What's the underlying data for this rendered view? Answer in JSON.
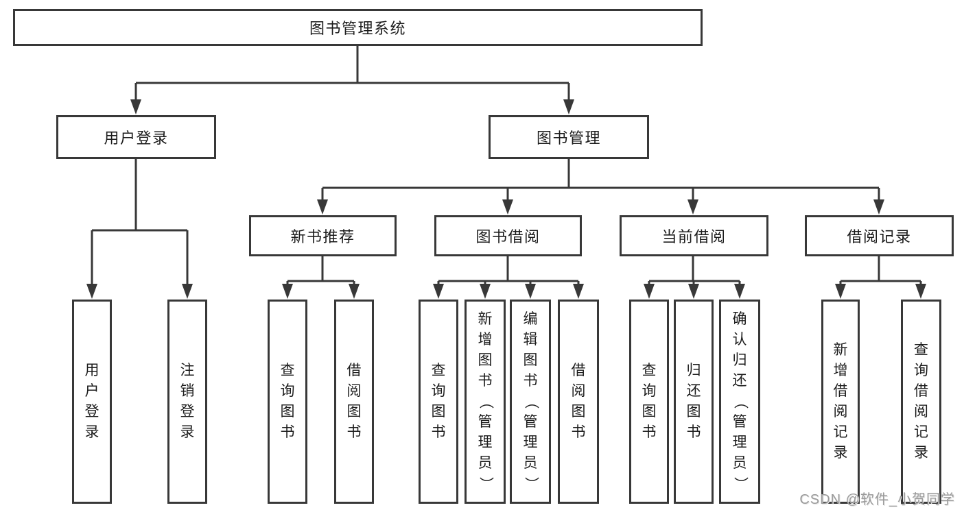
{
  "tree": {
    "label": "图书管理系统",
    "children": [
      {
        "label": "用户登录",
        "children": [
          {
            "label": "用户登录"
          },
          {
            "label": "注销登录"
          }
        ]
      },
      {
        "label": "图书管理",
        "children": [
          {
            "label": "新书推荐",
            "children": [
              {
                "label": "查询图书"
              },
              {
                "label": "借阅图书"
              }
            ]
          },
          {
            "label": "图书借阅",
            "children": [
              {
                "label": "查询图书"
              },
              {
                "label": "新增图书（管理员）"
              },
              {
                "label": "编辑图书（管理员）"
              },
              {
                "label": "借阅图书"
              }
            ]
          },
          {
            "label": "当前借阅",
            "children": [
              {
                "label": "查询图书"
              },
              {
                "label": "归还图书"
              },
              {
                "label": "确认归还（管理员）"
              }
            ]
          },
          {
            "label": "借阅记录",
            "children": [
              {
                "label": "新增借阅记录"
              },
              {
                "label": "查询借阅记录"
              }
            ]
          }
        ]
      }
    ]
  },
  "watermark": {
    "text": "CSDN @软件_小贺同学"
  },
  "colors": {
    "line": "#383838",
    "node_border": "#383838",
    "text": "#1c1c1c",
    "watermark": "#9b9b9b",
    "background": "#ffffff"
  }
}
